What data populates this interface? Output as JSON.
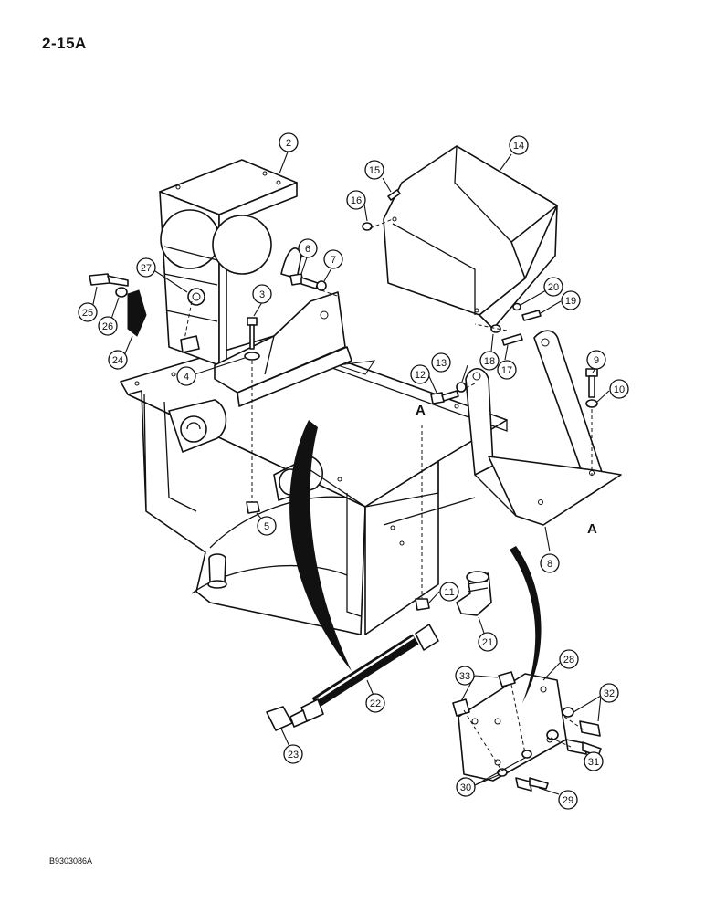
{
  "page": {
    "page_number": "2-15A",
    "figure_code": "B9303086A"
  },
  "callouts": [
    "2",
    "3",
    "4",
    "5",
    "6",
    "7",
    "8",
    "9",
    "10",
    "11",
    "12",
    "13",
    "14",
    "15",
    "16",
    "17",
    "18",
    "19",
    "20",
    "21",
    "22",
    "23",
    "24",
    "25",
    "26",
    "27",
    "28",
    "29",
    "30",
    "31",
    "32",
    "33"
  ],
  "section_marks": [
    "A",
    "A"
  ]
}
